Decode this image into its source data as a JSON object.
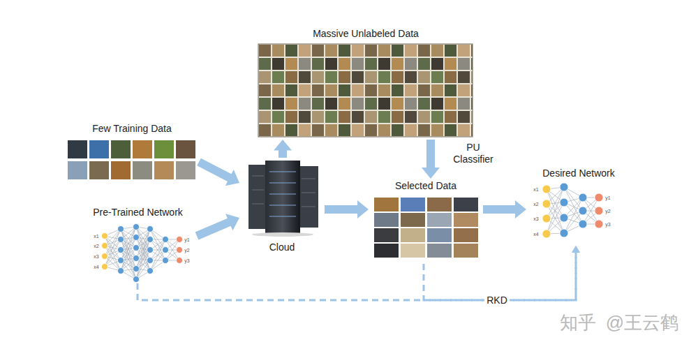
{
  "diagram": {
    "nodes": [
      {
        "text": [
          "Massive Unlabeled Data"
        ]
      },
      {
        "text": [
          "Few Training Data"
        ]
      },
      {
        "text": [
          "Pre-Trained Network"
        ]
      },
      {
        "text": [
          "Cloud"
        ]
      },
      {
        "text": [
          "Selected Data"
        ]
      },
      {
        "text": [
          "Desired Network"
        ]
      }
    ],
    "edges": [
      {
        "from": 1,
        "to": 3,
        "arrow": "to"
      },
      {
        "from": 2,
        "to": 3,
        "arrow": "to"
      },
      {
        "from": 3,
        "to": 0,
        "arrow": "to"
      },
      {
        "from": 0,
        "to": 4,
        "label": "PU Classifier",
        "arrow": "to"
      },
      {
        "from": 3,
        "to": 4,
        "arrow": "to"
      },
      {
        "from": 4,
        "to": 5,
        "arrow": "to"
      },
      {
        "from": 2,
        "to": 5,
        "label": "RKD",
        "arrow": "to"
      },
      {
        "from": 4,
        "to": 5,
        "arrow": "to"
      }
    ],
    "labels": [
      "x1",
      "x2",
      "x3",
      "x4",
      "y1",
      "y2",
      "y3",
      "x1",
      "x2",
      "x3",
      "x4",
      "y1",
      "y2",
      "y3",
      "知乎",
      "@王云鹤"
    ]
  }
}
